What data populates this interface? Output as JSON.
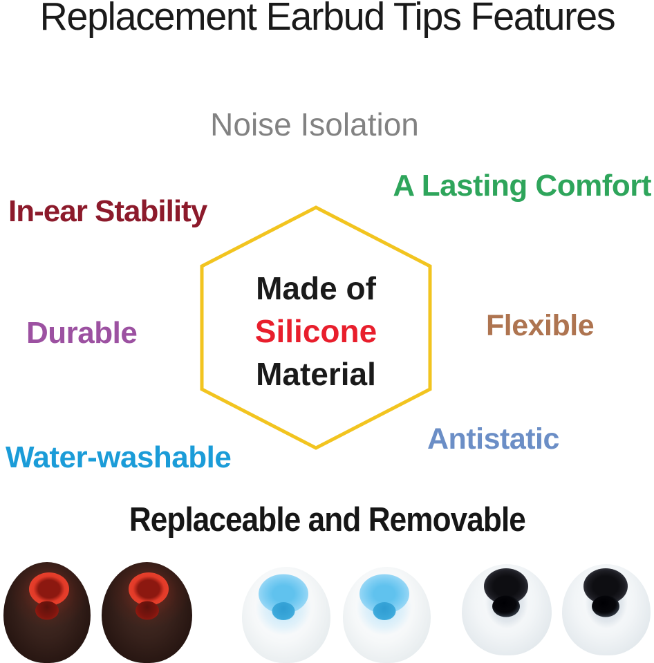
{
  "title": "Replacement Earbud Tips Features",
  "title_color": "#1a1a1a",
  "background_color": "#ffffff",
  "hexagon": {
    "outline_color": "#f2c41f",
    "line1": "Made of",
    "line2": "Silicone",
    "line3": "Material",
    "line1_color": "#1a1a1a",
    "line2_color": "#e81e2c",
    "line3_color": "#1a1a1a"
  },
  "features": [
    {
      "label": "Noise Isolation",
      "color": "#828282",
      "position": "top-center"
    },
    {
      "label": "A Lasting Comfort",
      "color": "#2ea55b",
      "position": "upper-right"
    },
    {
      "label": "In-ear Stability",
      "color": "#8c1a2b",
      "position": "upper-left"
    },
    {
      "label": "Durable",
      "color": "#9c51a1",
      "position": "middle-left"
    },
    {
      "label": "Flexible",
      "color": "#ae7450",
      "position": "middle-right"
    },
    {
      "label": "Antistatic",
      "color": "#6b8ec6",
      "position": "lower-right"
    },
    {
      "label": "Water-washable",
      "color": "#1b9cd8",
      "position": "lower-left"
    },
    {
      "label": "Replaceable and Removable",
      "color": "#161616",
      "position": "bottom-center"
    }
  ],
  "product_photos": [
    {
      "description": "dark brown silicone ear tip with red core",
      "body_color": "#2e1b17",
      "core_color": "#e23a28"
    },
    {
      "description": "dark brown silicone ear tip with red core",
      "body_color": "#2e1b17",
      "core_color": "#e23a28"
    },
    {
      "description": "frosted white silicone ear tip with light blue core",
      "body_color": "#f2f5f6",
      "core_color": "#7fcef3"
    },
    {
      "description": "frosted white silicone ear tip with light blue core",
      "body_color": "#f2f5f6",
      "core_color": "#7fcef3"
    },
    {
      "description": "frosted white silicone ear tip with black core",
      "body_color": "#eef2f4",
      "core_color": "#17171b"
    },
    {
      "description": "frosted white silicone ear tip with black core",
      "body_color": "#eef2f4",
      "core_color": "#17171b"
    }
  ]
}
